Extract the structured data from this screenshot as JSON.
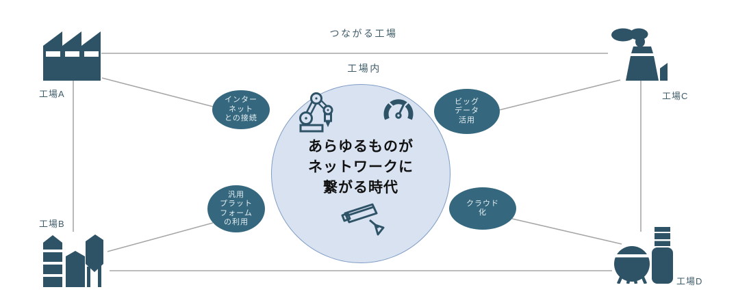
{
  "labels": {
    "top": "つながる工場",
    "inner": "工場内"
  },
  "center": {
    "text": "あらゆるものが\nネットワークに\n繋がる時代",
    "icons": [
      "robot-arm-icon",
      "gauge-icon",
      "cctv-camera-icon"
    ]
  },
  "factories": [
    {
      "id": "A",
      "label": "工場A",
      "icon": "factory-buildings"
    },
    {
      "id": "B",
      "label": "工場B",
      "icon": "silo-plant"
    },
    {
      "id": "C",
      "label": "工場C",
      "icon": "cooling-tower-smoke"
    },
    {
      "id": "D",
      "label": "工場D",
      "icon": "chemical-plant-sphere-tank"
    }
  ],
  "bubbles": [
    {
      "id": "internet",
      "label": "インター\nネット\nとの接続"
    },
    {
      "id": "bigdata",
      "label": "ビッグ\nデータ\n活用"
    },
    {
      "id": "platform",
      "label": "汎用\nプラット\nフォーム\nの利用"
    },
    {
      "id": "cloud",
      "label": "クラウド\n化"
    }
  ],
  "colors": {
    "shape_dark": "#2e5266",
    "bubble_fill": "#35687e",
    "bubble_text": "#e6eff3",
    "circle_fill": "#d9e2f1",
    "circle_border": "#7e9cc4",
    "connector_line": "#a6a6a6",
    "label_text": "#3d5a68",
    "center_text": "#111111"
  }
}
